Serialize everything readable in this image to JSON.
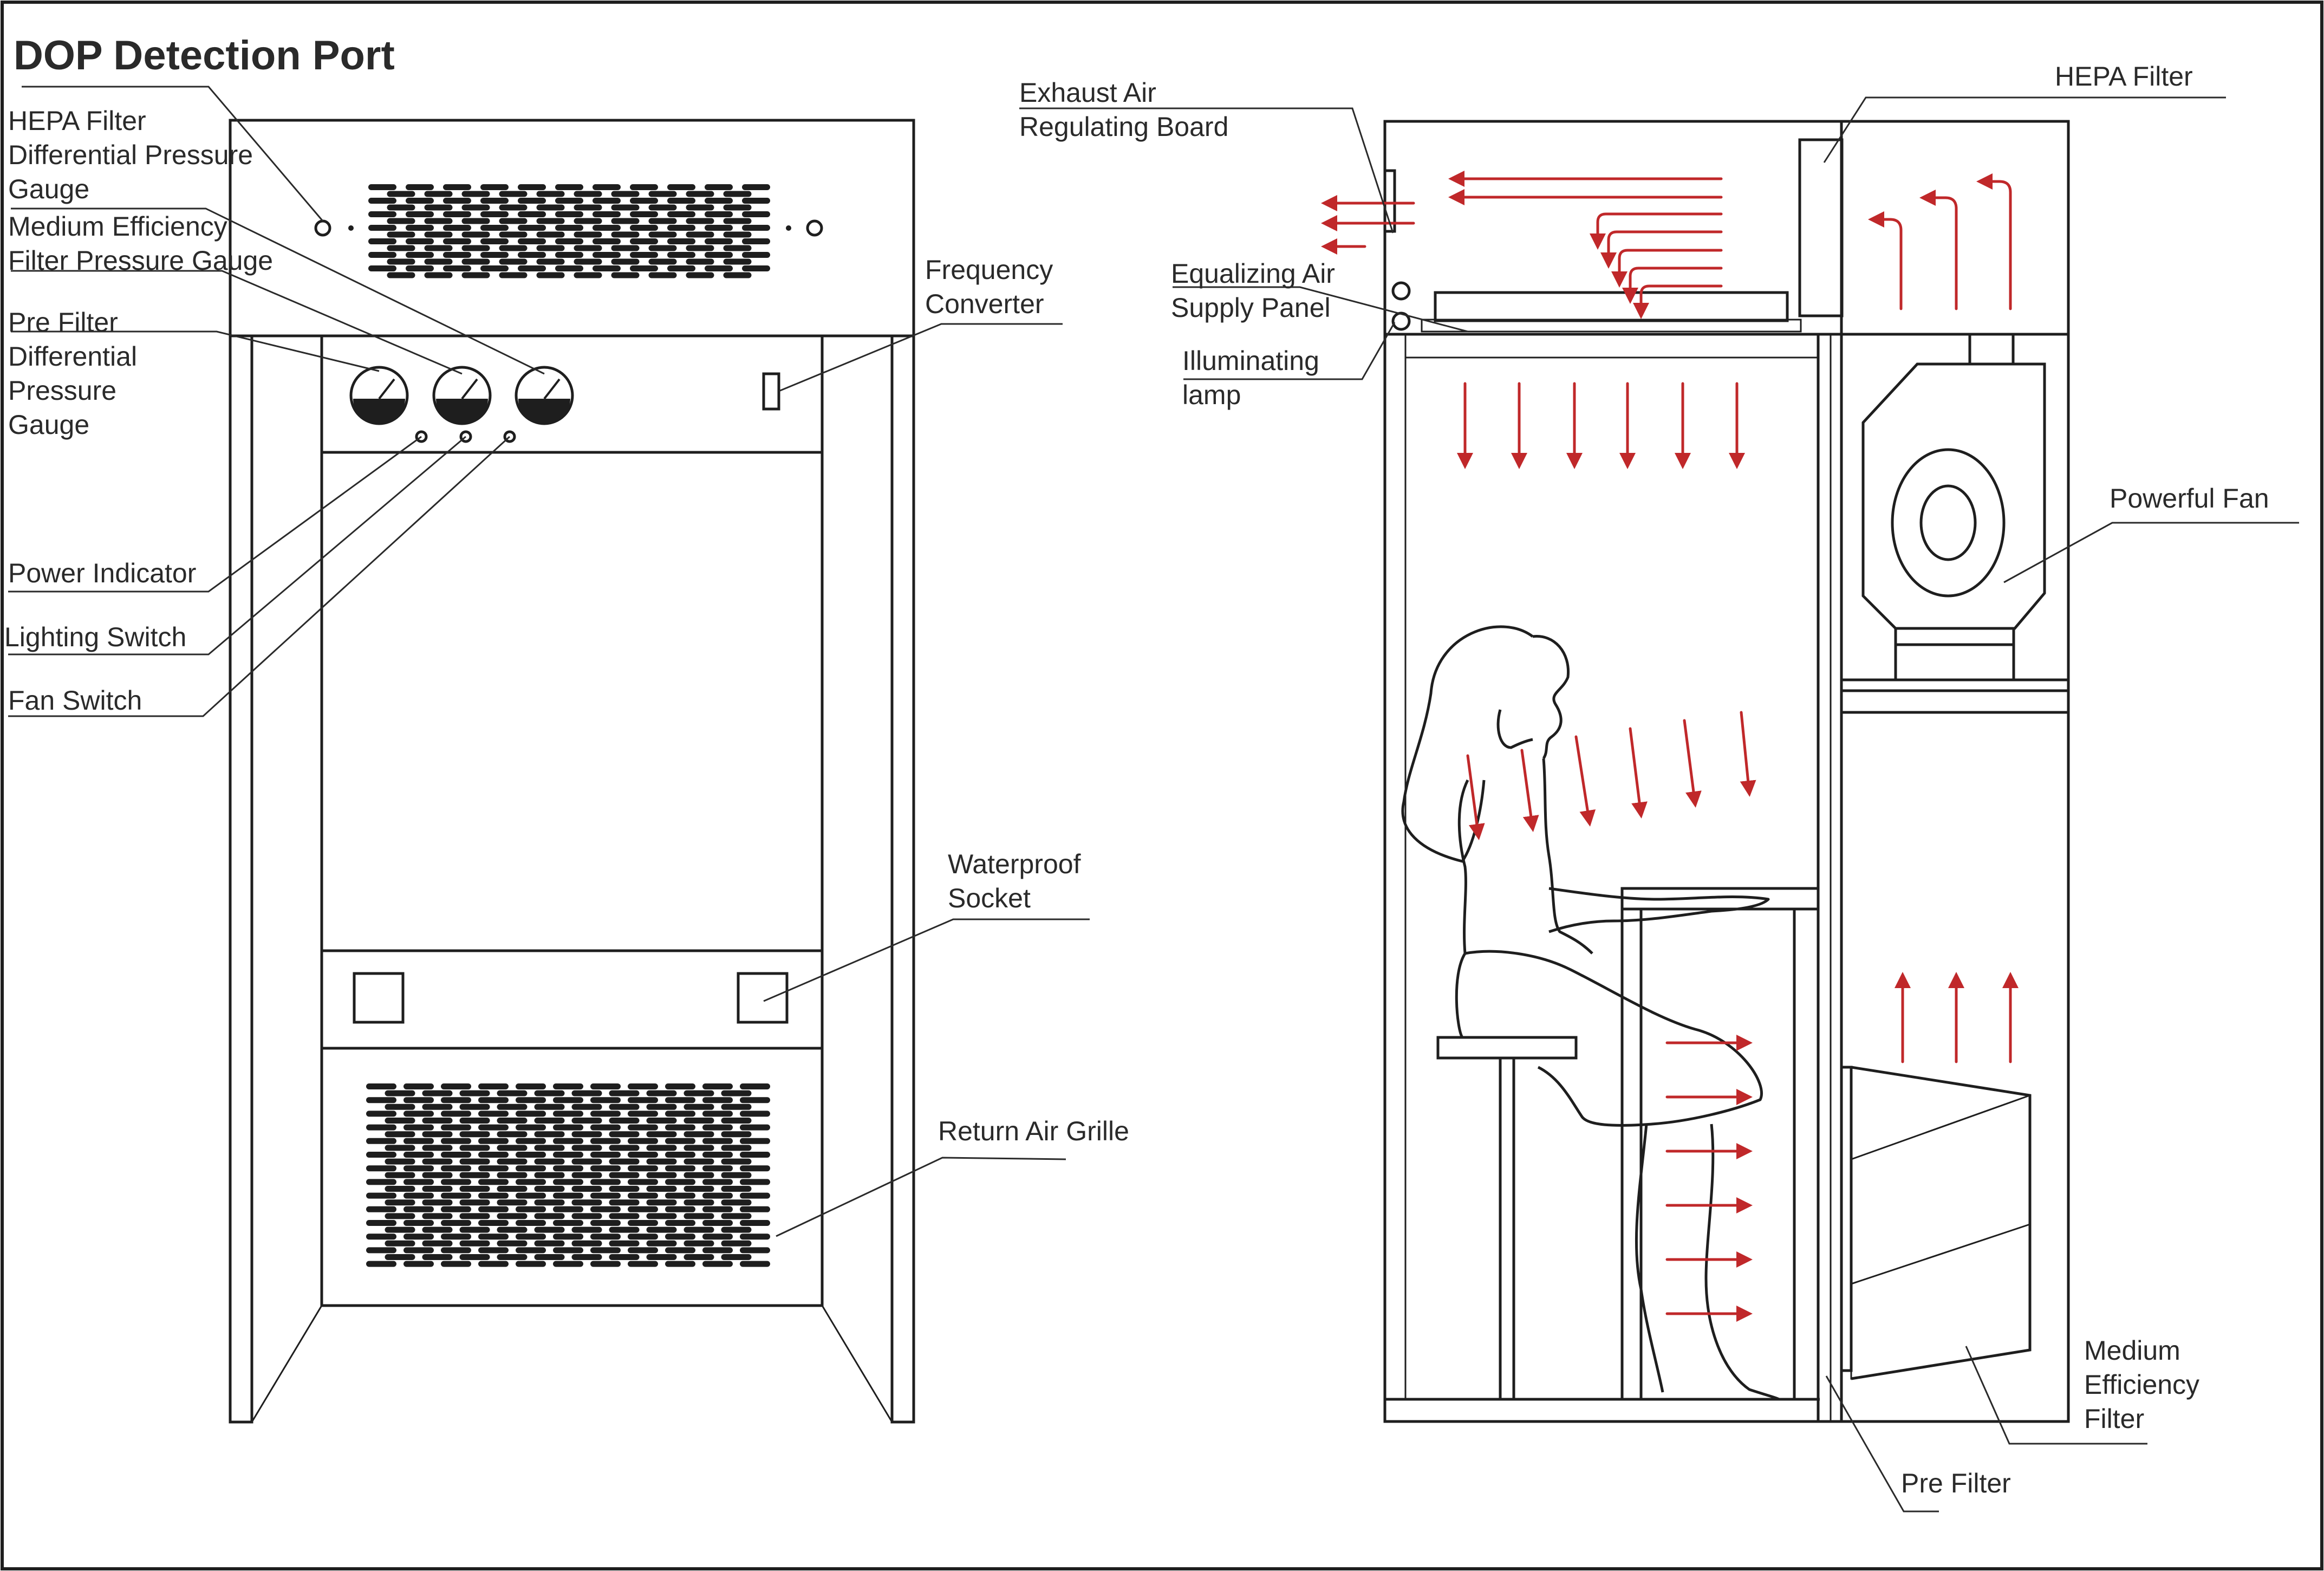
{
  "colors": {
    "line": "#1e1e1e",
    "airflow": "#c0282a",
    "background": "#ffffff"
  },
  "title": "DOP Detection Port",
  "left_labels": {
    "hepa_gauge": [
      "HEPA Filter",
      "Differential Pressure",
      "Gauge"
    ],
    "medium_gauge": [
      "Medium Efficiency",
      "Filter Pressure Gauge"
    ],
    "pre_gauge": [
      "Pre Filter",
      "Differential",
      "Pressure",
      "Gauge"
    ],
    "power_indicator": "Power Indicator",
    "lighting_switch": "Lighting Switch",
    "fan_switch": "Fan Switch",
    "frequency_converter": [
      "Frequency",
      "Converter"
    ],
    "waterproof_socket": [
      "Waterproof",
      "Socket"
    ],
    "return_air_grille": "Return Air Grille"
  },
  "right_labels": {
    "exhaust_board": [
      "Exhaust Air",
      "Regulating Board"
    ],
    "equalizing_panel": [
      "Equalizing Air",
      "Supply Panel"
    ],
    "illuminating_lamp": [
      "Illuminating",
      "lamp"
    ],
    "hepa_filter": "HEPA Filter",
    "powerful_fan": "Powerful Fan",
    "medium_filter": [
      "Medium",
      "Efficiency",
      "Filter"
    ],
    "pre_filter": "Pre Filter"
  }
}
